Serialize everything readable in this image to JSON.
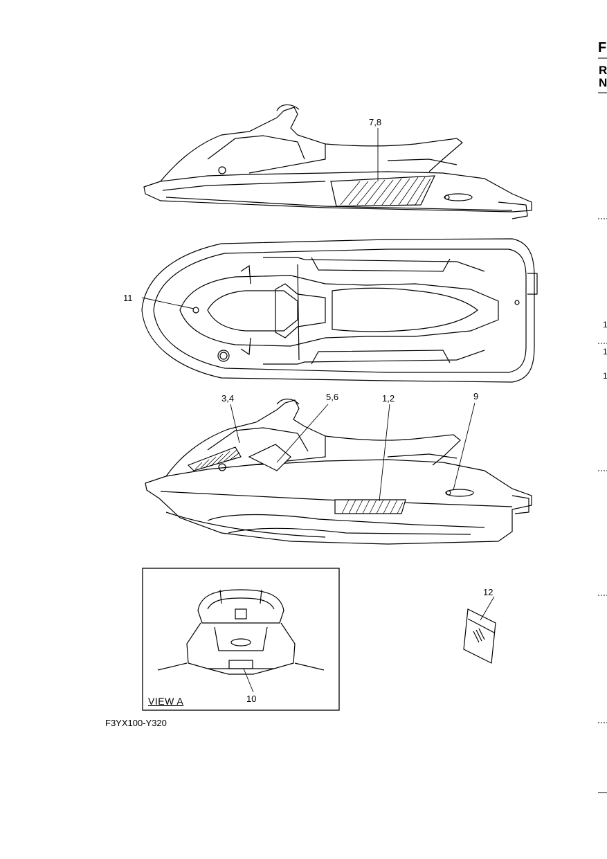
{
  "callouts": {
    "c1": "7,8",
    "c2": "11",
    "c3": "3,4",
    "c4": "5,6",
    "c5": "1,2",
    "c6": "9",
    "c7": "12",
    "c8": "10"
  },
  "view_label": "VIEW A",
  "figure_code": "F3YX100-Y320",
  "side_text": {
    "letter1": "F",
    "letter2": "R",
    "letter3": "N",
    "num1": "1",
    "num2": "1",
    "num3": "1"
  }
}
